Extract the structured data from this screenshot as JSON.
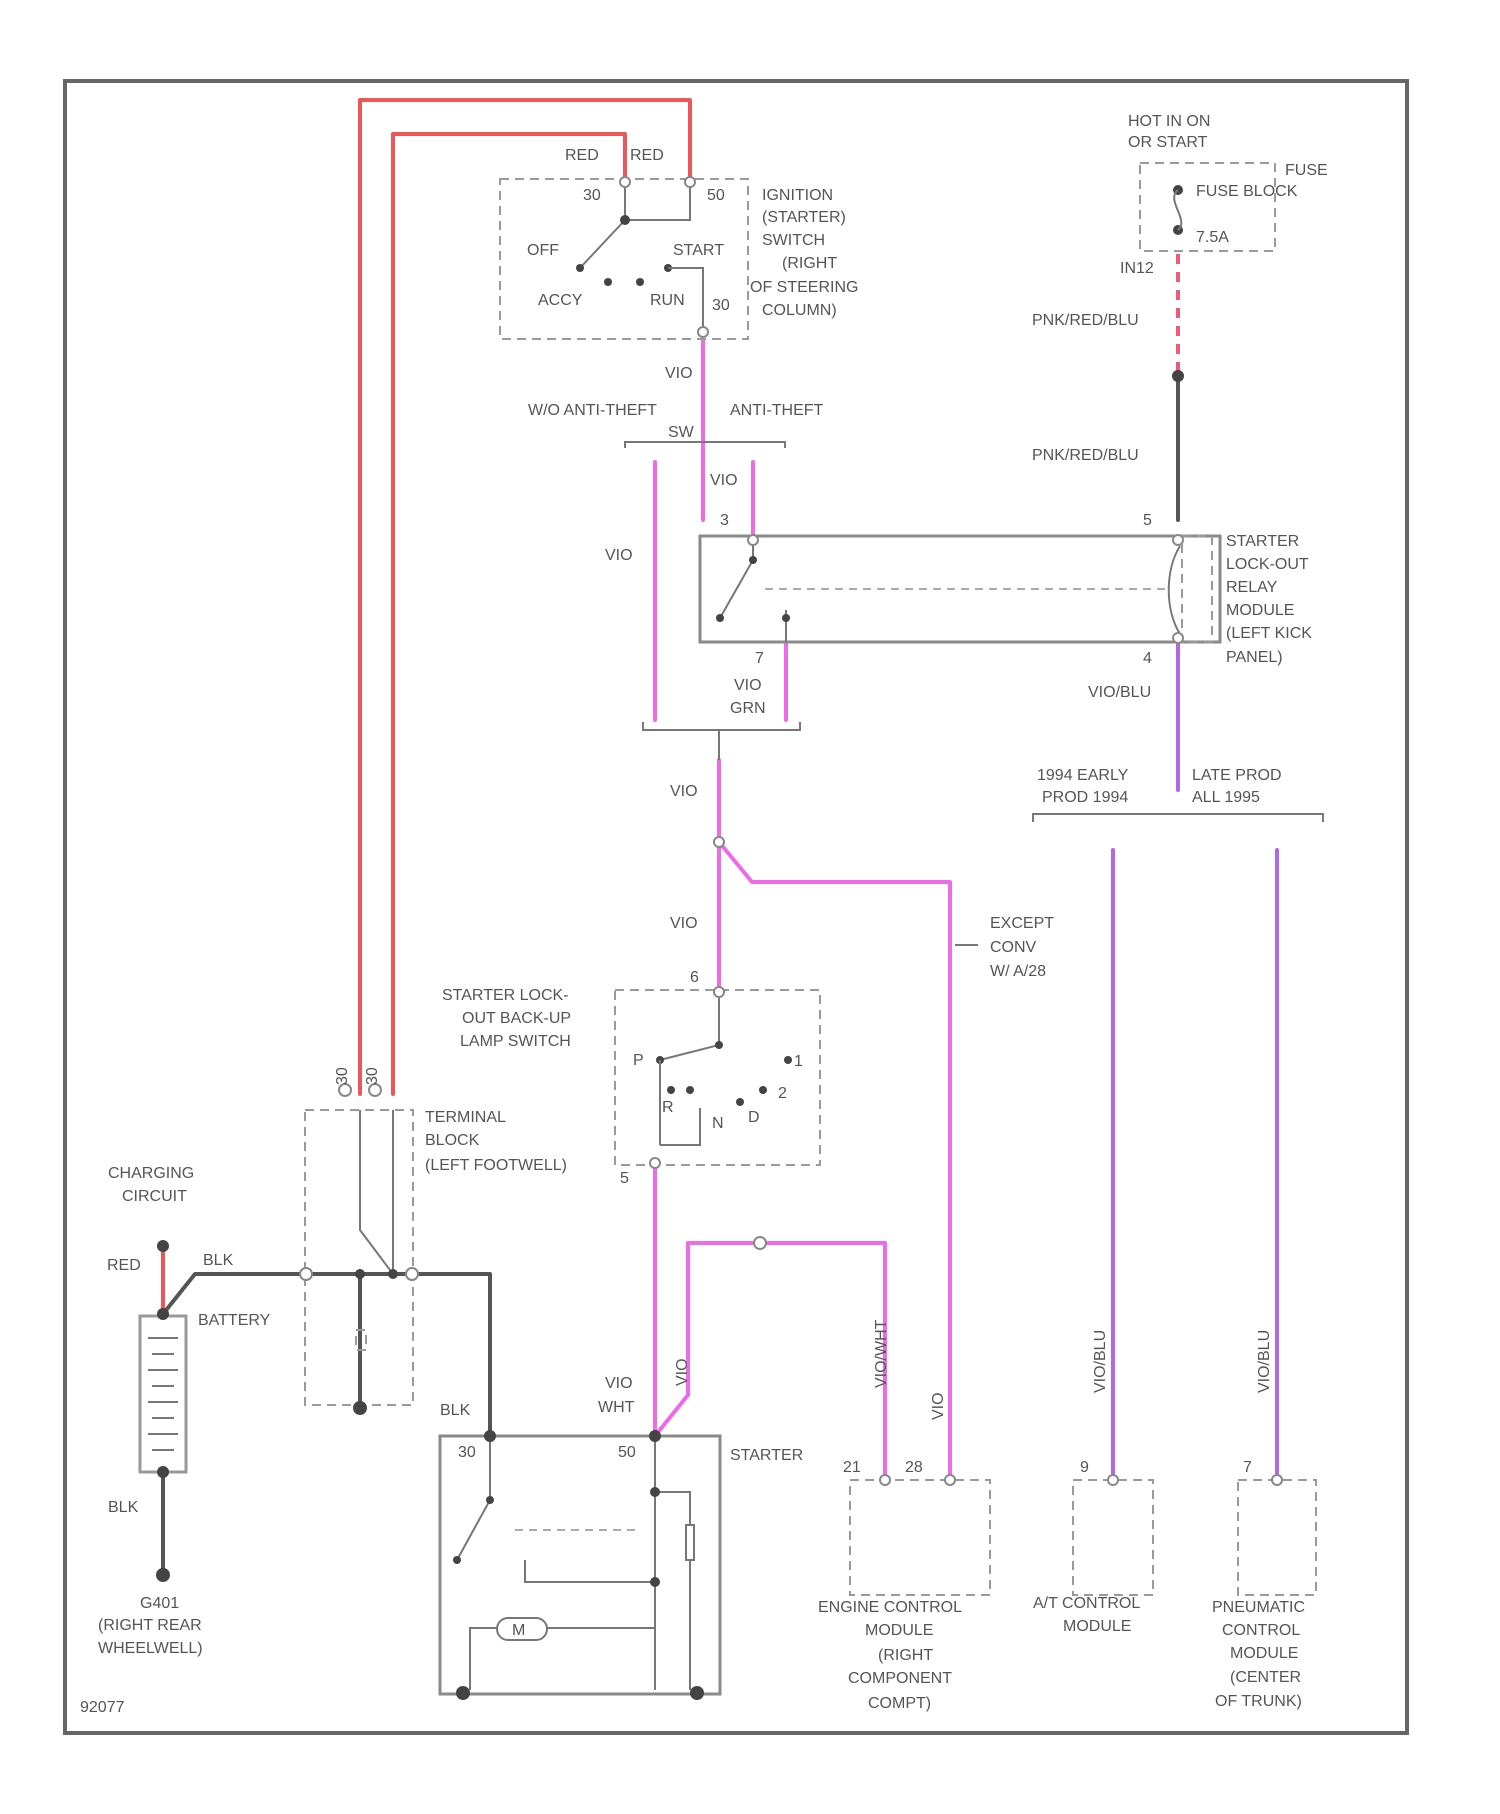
{
  "labels": {
    "hot_in_on": "HOT IN ON",
    "or_start": "OR START",
    "fuse_block_1": "FUSE",
    "fuse_block_2": "FUSE BLOCK",
    "fuse_amp": "7.5A",
    "fuse_pin": "IN12",
    "pnk_red_blu_1": "PNK/RED/BLU",
    "pnk_red_blu_2": "PNK/RED/BLU",
    "red_1": "RED",
    "red_2": "RED",
    "pin_30": "30",
    "pin_50": "50",
    "ign_off": "OFF",
    "ign_start": "START",
    "ign_acc": "ACCY",
    "ign_run": "RUN",
    "ign_pin_30b": "30",
    "ign_name_1": "IGNITION",
    "ign_name_2": "(STARTER)",
    "ign_name_3": "SWITCH",
    "ign_name_4": "(RIGHT",
    "ign_name_5": "OF STEERING",
    "ign_name_6": "COLUMN)",
    "vio_1": "VIO",
    "wo_anti_theft": "W/O ANTI-THEFT",
    "anti_theft": "ANTI-THEFT",
    "sw": "SW",
    "vio_2": "VIO",
    "vio_3": "VIO",
    "relay_pin_3": "3",
    "relay_pin_5": "5",
    "relay_pin_7": "7",
    "relay_pin_4": "4",
    "relay_name_1": "STARTER",
    "relay_name_2": "LOCK-OUT",
    "relay_name_3": "RELAY",
    "relay_name_4": "MODULE",
    "relay_name_5": "(LEFT KICK",
    "relay_name_6": "PANEL)",
    "vio_grn_1": "VIO",
    "vio_grn_2": "GRN",
    "vio_blu": "VIO/BLU",
    "early_1": "1994 EARLY",
    "early_2": "PROD 1994",
    "late_1": "LATE PROD",
    "late_2": "ALL 1995",
    "vio_4": "VIO",
    "vio_5": "VIO",
    "except_1": "EXCEPT",
    "except_2": "CONV",
    "except_3": "W/ A/28",
    "lock_pin_6": "6",
    "lock_name_1": "STARTER LOCK-",
    "lock_name_2": "OUT BACK-UP",
    "lock_name_3": "LAMP SWITCH",
    "gear_p": "P",
    "gear_r": "R",
    "gear_n": "N",
    "gear_d": "D",
    "gear_2": "2",
    "gear_1": "1",
    "lock_pin_5": "5",
    "tb_pin_1": "30",
    "tb_pin_2": "30",
    "tb_name_1": "TERMINAL",
    "tb_name_2": "BLOCK",
    "tb_name_3": "(LEFT FOOTWELL)",
    "charging_1": "CHARGING",
    "charging_2": "CIRCUIT",
    "red_batt": "RED",
    "blk_1": "BLK",
    "battery": "BATTERY",
    "blk_2": "BLK",
    "gnd_1": "G401",
    "gnd_2": "(RIGHT REAR",
    "gnd_3": "WHEELWELL)",
    "blk_3": "BLK",
    "st_pin_30": "30",
    "st_pin_50": "50",
    "starter": "STARTER",
    "motor": "M",
    "vio_wht_1": "VIO",
    "vio_wht_2": "WHT",
    "vio_vert": "VIO",
    "ecm_wire_1": "VIO/WHT",
    "ecm_wire_2": "VIO",
    "ecm_pin_1": "21",
    "ecm_pin_2": "28",
    "ecm_1": "ENGINE CONTROL",
    "ecm_2": "MODULE",
    "ecm_3": "(RIGHT",
    "ecm_4": "COMPONENT",
    "ecm_5": "COMPT)",
    "atf_wire": "VIO/BLU",
    "atf_pin": "9",
    "atf_1": "A/T CONTROL",
    "atf_2": "MODULE",
    "pcm_wire": "VIO/BLU",
    "pcm_pin": "7",
    "pcm_1": "PNEUMATIC",
    "pcm_2": "CONTROL",
    "pcm_3": "MODULE",
    "pcm_4": "(CENTER",
    "pcm_5": "OF TRUNK)",
    "figure_id": "92077"
  }
}
